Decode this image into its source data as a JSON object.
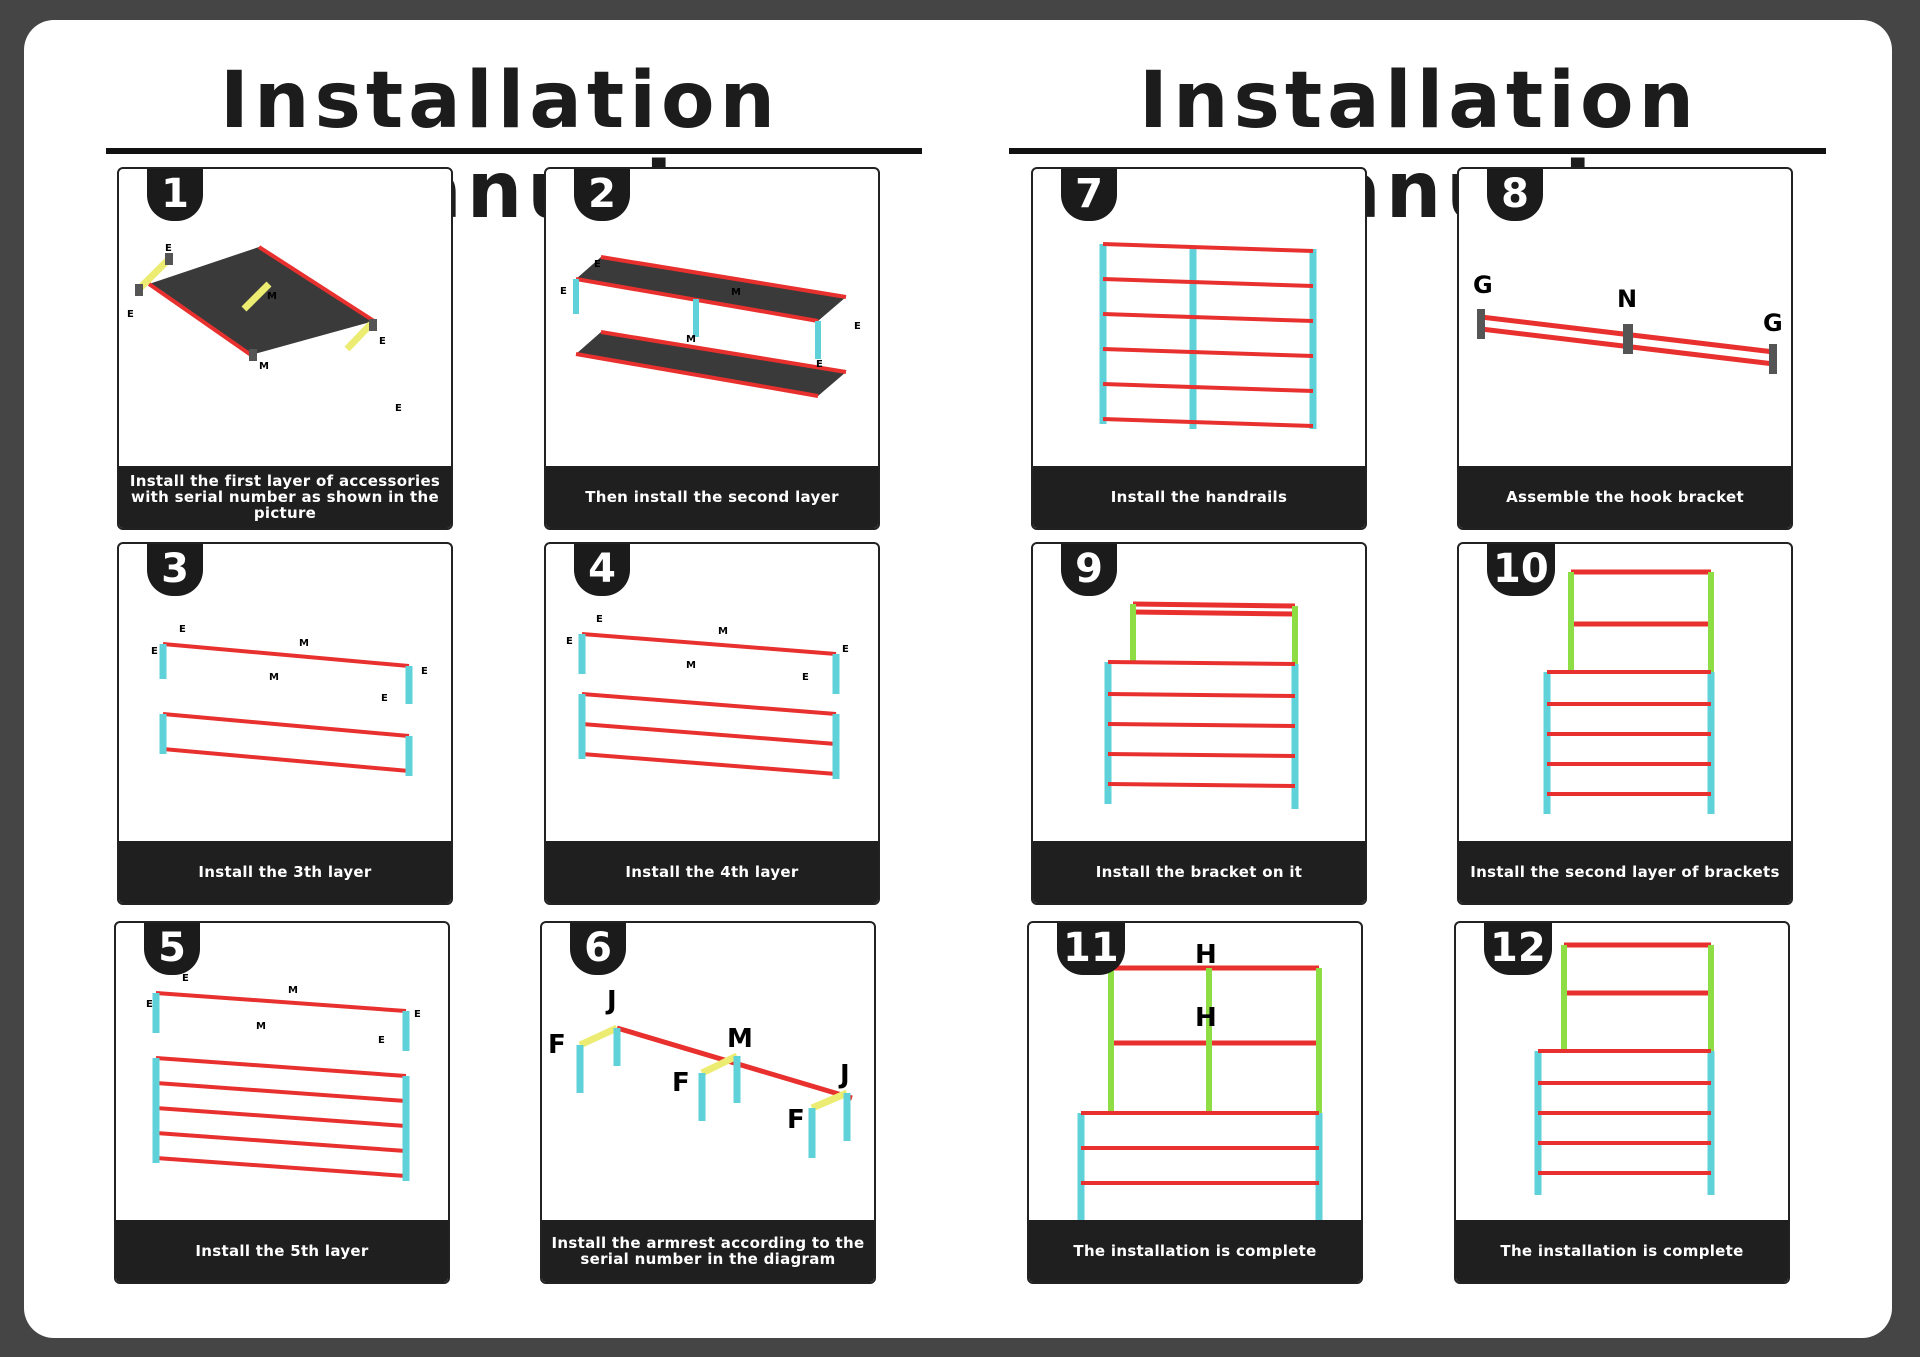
{
  "titles": {
    "left": "Installation manual",
    "right": "Installation manual"
  },
  "colors": {
    "frame": "#454545",
    "rail": "#e8312e",
    "post": "#5fd1d8",
    "joint": "#ecec72",
    "upright": "#8fdd45",
    "connector": "#555555",
    "shelf": "#3a3a3a"
  },
  "steps": [
    {
      "number": "1",
      "caption": "Install the first layer of accessories with serial number as shown in the picture",
      "labels": [
        "E",
        "E",
        "M",
        "M",
        "E",
        "E"
      ]
    },
    {
      "number": "2",
      "caption": "Then install the second layer",
      "labels": [
        "E",
        "E",
        "M",
        "M",
        "E",
        "E"
      ]
    },
    {
      "number": "3",
      "caption": "Install the 3th layer",
      "labels": [
        "E",
        "E",
        "M",
        "M",
        "E",
        "E"
      ]
    },
    {
      "number": "4",
      "caption": "Install the 4th layer",
      "labels": [
        "E",
        "E",
        "M",
        "M",
        "E",
        "E"
      ]
    },
    {
      "number": "5",
      "caption": "Install the 5th layer",
      "labels": [
        "E",
        "E",
        "M",
        "M",
        "E",
        "E"
      ]
    },
    {
      "number": "6",
      "caption": "Install the armrest according to the serial number in the diagram",
      "labels": [
        "J",
        "F",
        "F",
        "M",
        "J",
        "F"
      ]
    },
    {
      "number": "7",
      "caption": "Install the handrails"
    },
    {
      "number": "8",
      "caption": "Assemble the hook bracket",
      "labels": [
        "G",
        "N",
        "G"
      ]
    },
    {
      "number": "9",
      "caption": "Install the bracket on it"
    },
    {
      "number": "10",
      "caption": "Install the second layer of brackets"
    },
    {
      "number": "11",
      "caption": "The installation is complete",
      "labels": [
        "H",
        "H"
      ]
    },
    {
      "number": "12",
      "caption": "The installation is complete"
    }
  ]
}
